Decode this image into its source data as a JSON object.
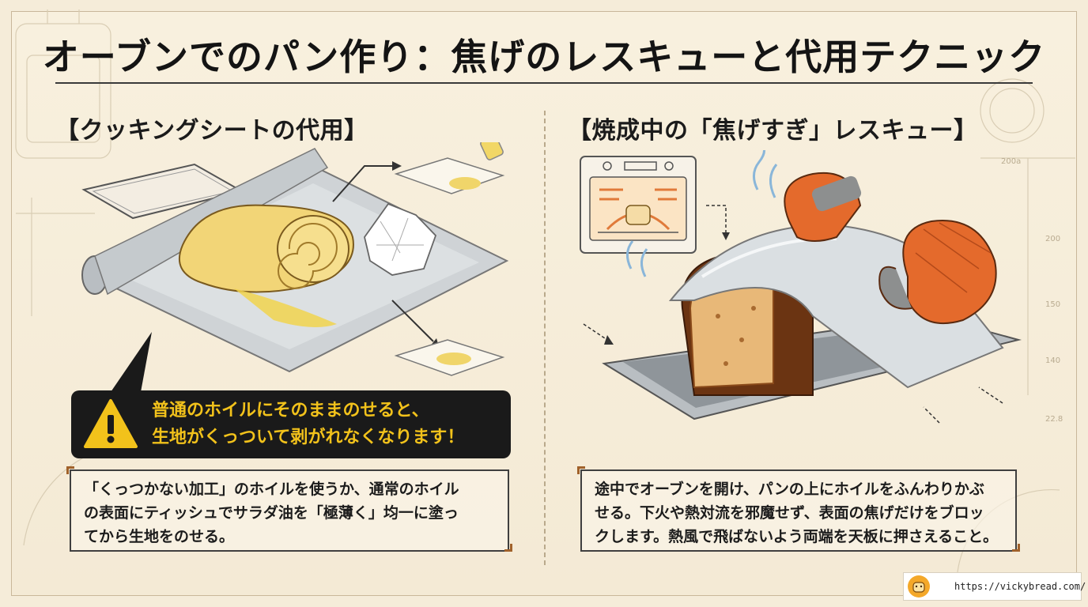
{
  "title": "オーブンでのパン作り：焦げのレスキューと代用テクニック",
  "left": {
    "heading": "【クッキングシートの代用】",
    "warning": "普通のホイルにそのままのせると、\n生地がくっついて剥がれなくなります！",
    "body": "「くっつかない加工」のホイルを使うか、通常のホイル\nの表面にティッシュでサラダ油を「極薄く」均一に塗っ\nてから生地をのせる。",
    "icons": [
      "baking-tray-icon",
      "foil-roll-icon",
      "bread-roll-icon",
      "tissue-icon",
      "oil-bottle-icon",
      "warning-icon"
    ]
  },
  "right": {
    "heading": "【焼成中の「焦げすぎ」レスキュー】",
    "body": "途中でオーブンを開け、パンの上にホイルをふんわりかぶ\nせる。下火や熱対流を邪魔せず、表面の焦げだけをブロッ\nクします。熱風で飛ばないよう両端を天板に押さえること。",
    "icons": [
      "oven-icon",
      "bread-loaf-icon",
      "oven-mitt-icon",
      "foil-sheet-icon",
      "steam-icon"
    ]
  },
  "blueprint_labels": [
    "200a",
    "200",
    "150",
    "140",
    "22.8"
  ],
  "footer": {
    "url": "https://vickybread.com/",
    "logo": "bread-logo-icon"
  },
  "colors": {
    "background": "#f5ecd9",
    "warning_bg": "#1a1a1a",
    "warning_text": "#f2c21b",
    "mitt": "#e46a2c",
    "crust": "#6b3412"
  }
}
